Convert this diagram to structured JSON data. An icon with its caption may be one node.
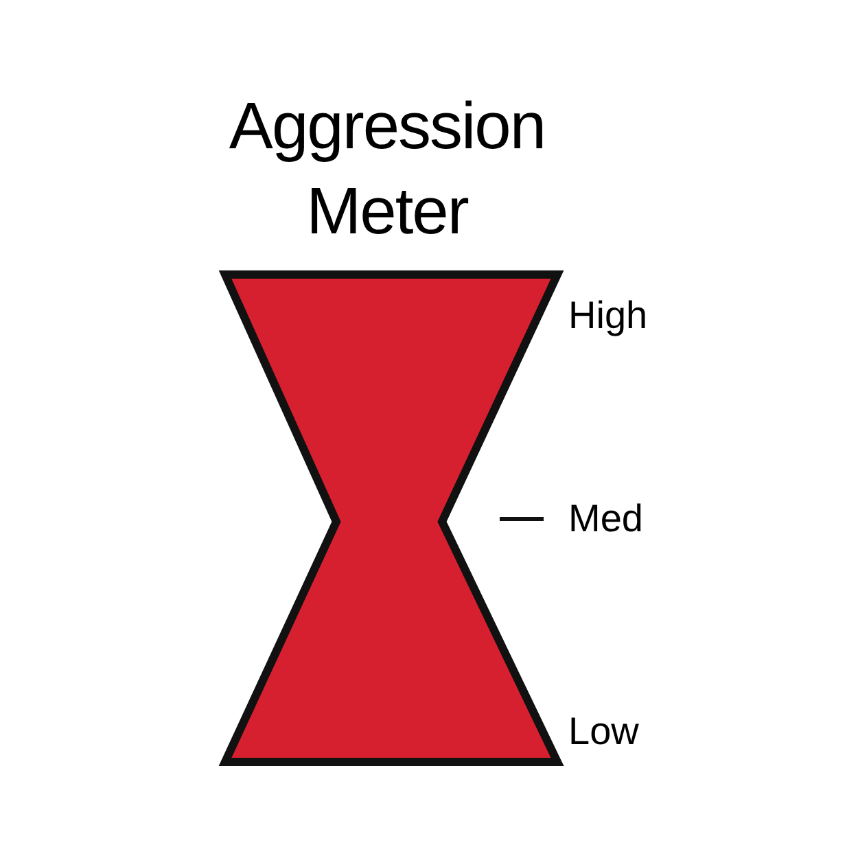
{
  "diagram": {
    "title": "Aggression Meter",
    "labels": [
      "High",
      "Med",
      "Low"
    ]
  }
}
